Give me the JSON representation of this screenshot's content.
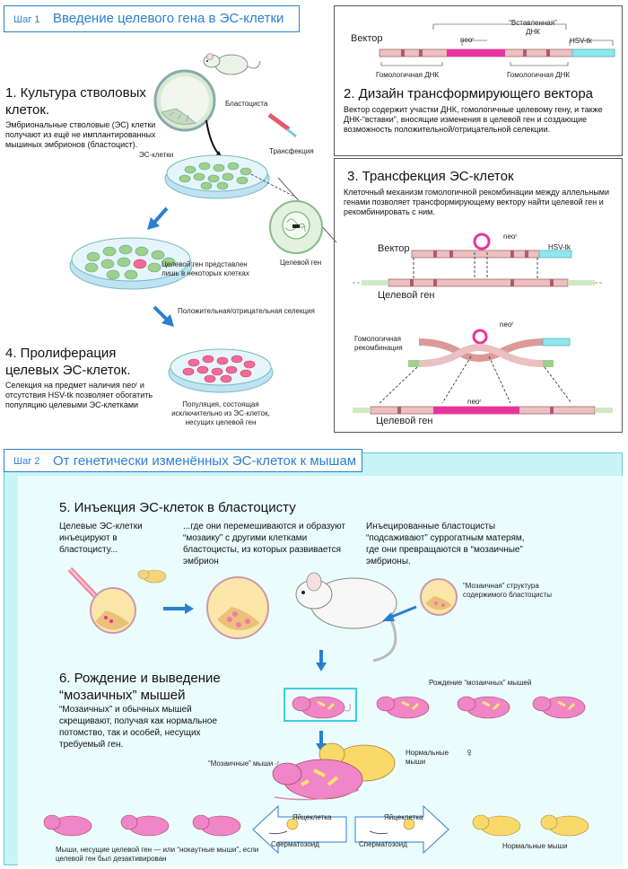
{
  "step1": {
    "label": "Шаг 1",
    "title": "Введение целевого гена в ЭС-клетки",
    "s1_title": "1.  Культура стволовых клеток.",
    "s1_text": "Эмбриональные стволовые (ЭС) клетки получают из ещё не имплантированных мышиных эмбрионов (бластоцист).",
    "blastocyst": "Бластоциста",
    "es_cells": "ЭС-клетки",
    "transfection": "Трансфекция",
    "target_gene_small": "Целевой ген",
    "target_only_some": "Целевой ген представлен лишь в некоторых клетках",
    "selection": "Положительная/отрицательная селекция",
    "s4_title": "4.  Пролиферация целевых ЭС-клеток.",
    "s4_text": "Селекция на предмет наличия neoʳ и отсутствия HSV-tk позволяет обогатить популяцию целевыми ЭС-клетками",
    "population": "Популяция, состоящая исключительно из ЭС-клеток, несущих целевой ген"
  },
  "panel2": {
    "vector": "Вектор",
    "neo": "neoʳ",
    "inserted": "“Вставленная” ДНК",
    "hsvtk": "HSV-tk",
    "homolog1": "Гомологичная ДНК",
    "homolog2": "Гомологичная ДНК",
    "title": "2.  Дизайн трансформирующего вектора",
    "text": "Вектор содержит участки ДНК, гомологичные целевому гену, и также ДНК-“вставки”, вносящие изменения в целевой ген и создающие возможность положительной/отрицательной селекции."
  },
  "panel3": {
    "title": "3.  Трансфекция ЭС-клеток",
    "text": "Клеточный механизм гомологичной рекомбинации между аллельными генами позволяет трансформирующему вектору найти целевой ген и рекомбинировать с ним.",
    "vector": "Вектор",
    "neo1": "neoʳ",
    "hsvtk": "HSV-tk",
    "target1": "Целевой ген",
    "neo2": "neoʳ",
    "recomb": "Гомологичная рекомбинация",
    "neo3": "neoʳ",
    "target2": "Целевой ген"
  },
  "step2": {
    "label": "Шаг 2",
    "title": "От генетически изменённых ЭС-клеток к мышам",
    "s5_title": "5.  Инъекция ЭС-клеток в бластоцисту",
    "s5_a": "Целевые ЭС-клетки инъецируют в бластоцисту...",
    "s5_b": "...где они перемешиваются и образуют “мозаику” с другими клетками бластоцисты, из которых развивается эмбрион",
    "s5_c": "Инъецированные бластоцисты “подсаживают” суррогатным матерям, где они превращаются в “мозаичные” эмбрионы.",
    "mosaic_struct": "“Мозаичная” структура содержимого бластоцисты",
    "s6_title": "6.  Рождение и выведение “мозаичных” мышей",
    "s6_text": "“Мозаичных” и обычных мышей скрещивают, получая как нормальное потомство, так и особей, несущих требуемый ген.",
    "birth": "Рождение “мозаичных” мышей",
    "mosaic_mice": "“Мозаичные” мыши ♂",
    "normal_mice_f": "Нормальные мыши",
    "female": "♀",
    "egg1": "Яйцеклетка",
    "sperm1": "Сперматозоид",
    "egg2": "Яйцеклетка",
    "sperm2": "Сперматозоид",
    "knockout": "Мыши, несущие целевой ген — или “нокаутные мыши”, если целевой ген был дезактивирован",
    "normal_mice": "Нормальные мыши"
  }
}
